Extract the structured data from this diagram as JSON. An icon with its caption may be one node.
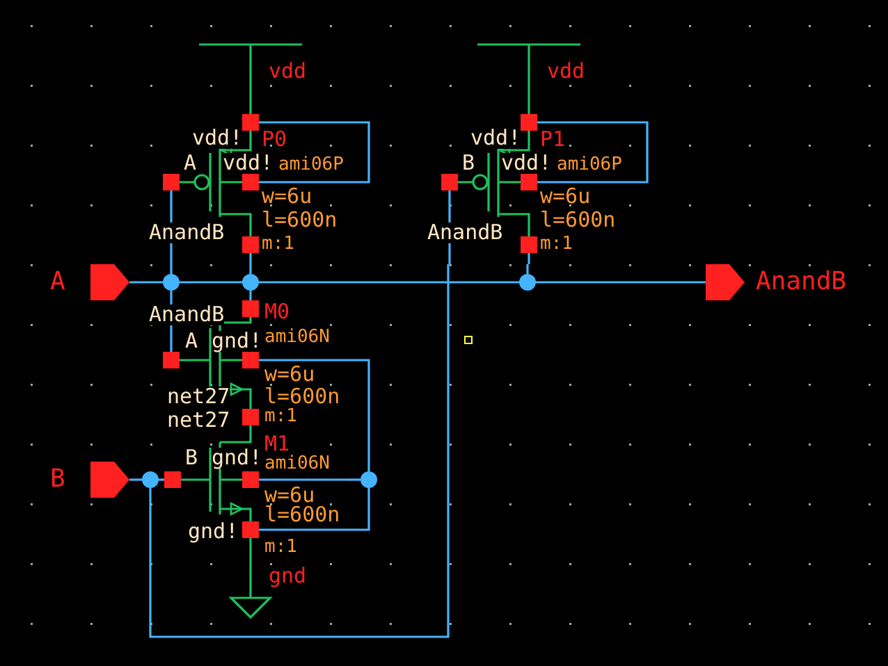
{
  "diagram": {
    "nodes": [
      {
        "text": [
          "vdd"
        ]
      },
      {
        "text": [
          "vdd"
        ]
      },
      {
        "text": [
          "P0",
          "ami06P",
          "w=6u",
          "l=600n",
          "m:1"
        ]
      },
      {
        "text": [
          "P1",
          "ami06P",
          "w=6u",
          "l=600n",
          "m:1"
        ]
      },
      {
        "text": [
          "A"
        ]
      },
      {
        "text": [],
        "shape": "circle"
      },
      {
        "text": [],
        "shape": "circle"
      },
      {
        "text": [],
        "shape": "circle"
      },
      {
        "text": [
          "AnandB"
        ]
      },
      {
        "text": [
          "M0",
          "ami06N",
          "w=6u",
          "l=600n",
          "m:1"
        ]
      },
      {
        "text": [
          "B"
        ]
      },
      {
        "text": [],
        "shape": "circle"
      },
      {
        "text": [
          "M1",
          "ami06N",
          "w=6u",
          "l=600n",
          "m:1"
        ]
      },
      {
        "text": [],
        "shape": "circle"
      },
      {
        "text": [
          "gnd"
        ]
      }
    ],
    "edges": [
      {
        "from": 0,
        "to": 2,
        "arrow": "none",
        "color": "#1fc060"
      },
      {
        "from": 1,
        "to": 3,
        "arrow": "none",
        "color": "#1fc060"
      },
      {
        "from": 4,
        "to": 5,
        "arrow": "none"
      },
      {
        "from": 5,
        "to": 2,
        "arrow": "none"
      },
      {
        "from": 5,
        "to": 9,
        "arrow": "none"
      },
      {
        "from": 5,
        "to": 6,
        "arrow": "none"
      },
      {
        "from": 6,
        "to": 2,
        "arrow": "none"
      },
      {
        "from": 6,
        "to": 9,
        "arrow": "none"
      },
      {
        "from": 6,
        "to": 7,
        "arrow": "none"
      },
      {
        "from": 7,
        "to": 3,
        "arrow": "none"
      },
      {
        "from": 7,
        "to": 8,
        "arrow": "none"
      },
      {
        "from": 10,
        "to": 11,
        "arrow": "none"
      },
      {
        "from": 11,
        "to": 12,
        "arrow": "none"
      },
      {
        "from": 11,
        "to": 3,
        "arrow": "none"
      },
      {
        "from": 13,
        "to": 9,
        "arrow": "none"
      },
      {
        "from": 13,
        "to": 12,
        "arrow": "none"
      },
      {
        "from": 13,
        "to": 12,
        "arrow": "none"
      },
      {
        "from": 9,
        "to": 12,
        "arrow": "none",
        "color": "#1fc060"
      },
      {
        "from": 12,
        "to": 14,
        "arrow": "none",
        "color": "#1fc060"
      }
    ],
    "labels": [
      "vdd!",
      "A",
      "vdd!",
      "AnandB",
      "vdd!",
      "B",
      "vdd!",
      "AnandB",
      "AnandB",
      "A",
      "gnd!",
      "net27",
      "net27",
      "B",
      "gnd!",
      "gnd!"
    ]
  }
}
